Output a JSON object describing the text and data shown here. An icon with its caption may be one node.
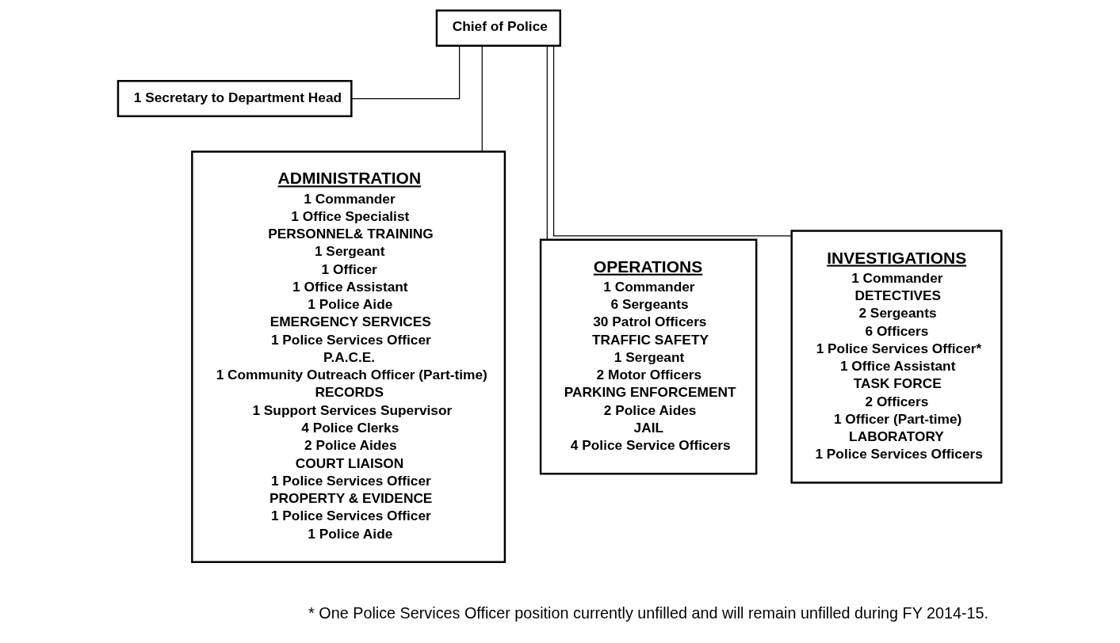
{
  "diagram": {
    "nodes": [
      {
        "text": [
          "Chief of Police"
        ]
      },
      {
        "text": [
          "1 Secretary to Department Head"
        ]
      },
      {
        "text": [
          "ADMINISTRATION",
          "1 Commander",
          "1 Office Specialist",
          "PERSONNEL& TRAINING",
          "1 Sergeant",
          "1 Officer",
          "1 Office Assistant",
          "1 Police Aide",
          "EMERGENCY SERVICES",
          "1 Police Services Officer",
          "P.A.C.E.",
          "1 Community Outreach Officer (Part-time)",
          "RECORDS",
          "1 Support Services Supervisor",
          "4 Police Clerks",
          "2 Police Aides",
          "COURT LIAISON",
          "1 Police Services Officer",
          "PROPERTY & EVIDENCE",
          "1 Police Services Officer",
          "1 Police Aide"
        ]
      },
      {
        "text": [
          "OPERATIONS",
          "1 Commander",
          "6 Sergeants",
          "30 Patrol Officers",
          "TRAFFIC SAFETY",
          "1 Sergeant",
          "2 Motor Officers",
          "PARKING ENFORCEMENT",
          "2 Police Aides",
          "JAIL",
          "4 Police Service Officers"
        ]
      },
      {
        "text": [
          "INVESTIGATIONS",
          "1 Commander",
          "DETECTIVES",
          "2 Sergeants",
          "6 Officers",
          "1 Police Services Officer*",
          "1 Office Assistant",
          "TASK FORCE",
          "2 Officers",
          "1 Officer (Part-time)",
          "LABORATORY",
          "1 Police Services Officers"
        ]
      }
    ],
    "edges": [
      {
        "from": 0,
        "to": 1,
        "arrow": "none"
      },
      {
        "from": 0,
        "to": 2,
        "arrow": "none"
      },
      {
        "from": 0,
        "to": 3,
        "arrow": "none"
      },
      {
        "from": 0,
        "to": 4,
        "arrow": "none"
      }
    ],
    "labels": [
      "* One Police Services Officer position currently unfilled and will remain unfilled during FY 2014-15."
    ]
  }
}
